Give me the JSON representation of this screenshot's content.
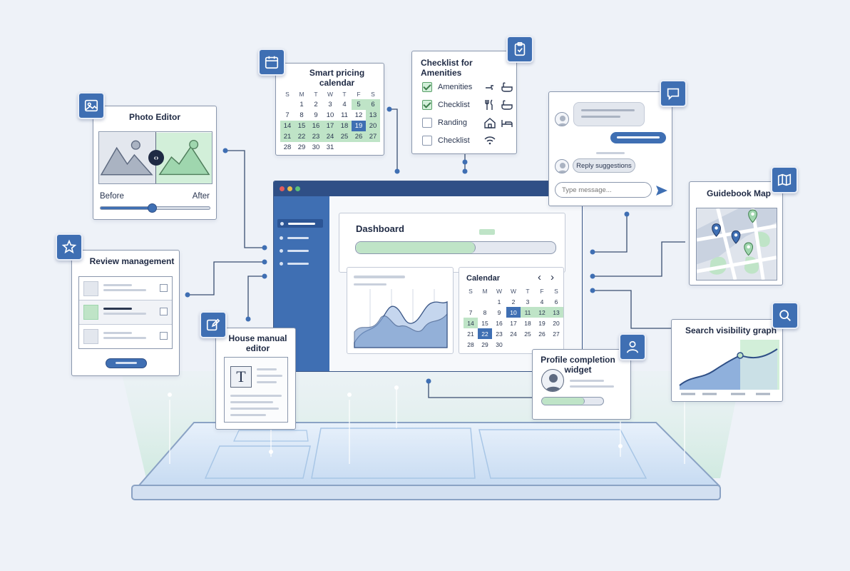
{
  "colors": {
    "accent": "#3f6fb3",
    "accent_dark": "#2f4f86",
    "green": "#bfe4c7",
    "green_dark": "#5aa06a",
    "border": "#8a97ad",
    "background": "#eef2f8"
  },
  "photo_editor": {
    "title": "Photo Editor",
    "before_label": "Before",
    "after_label": "After",
    "slider_value": 0.47,
    "icon": "image-icon"
  },
  "pricing_calendar": {
    "title": "Smart pricing calendar",
    "icon": "calendar-icon",
    "weekdays": [
      "S",
      "M",
      "T",
      "W",
      "T",
      "F",
      "S"
    ],
    "weeks": [
      [
        "",
        "",
        "1",
        "2",
        "3",
        "4",
        "5",
        "6"
      ],
      [
        "",
        "7",
        "8",
        "9",
        "10",
        "11",
        "12",
        "13"
      ],
      [
        "",
        "14",
        "15",
        "16",
        "17",
        "18",
        "19",
        "20"
      ],
      [
        "",
        "21",
        "22",
        "23",
        "24",
        "25",
        "26",
        "27"
      ],
      [
        "",
        "28",
        "29",
        "30",
        "31",
        "",
        "",
        ""
      ]
    ]
  },
  "checklist": {
    "title": "Checklist for Amenities",
    "icon": "clipboard-check-icon",
    "items": [
      {
        "label": "Amenities",
        "checked": true,
        "icons": [
          "faucet-icon",
          "bathtub-icon"
        ]
      },
      {
        "label": "Checklist",
        "checked": true,
        "icons": [
          "utensils-icon",
          "bathtub-icon"
        ]
      },
      {
        "label": "Randing",
        "checked": false,
        "icons": [
          "house-icon",
          "bed-icon"
        ]
      },
      {
        "label": "Checklist",
        "checked": false,
        "icons": [
          "wifi-icon"
        ]
      }
    ]
  },
  "messaging": {
    "icon": "chat-icon",
    "reply_suggestions": "Reply suggestions",
    "input_placeholder": "Type message..."
  },
  "guidebook_map": {
    "title": "Guidebook Map",
    "icon": "map-icon"
  },
  "review_management": {
    "title": "Review management",
    "icon": "star-icon"
  },
  "house_manual": {
    "title_line1": "House manual",
    "title_line2": "editor",
    "icon": "edit-icon",
    "text_glyph": "T"
  },
  "dashboard": {
    "title": "Dashboard",
    "progress": 0.6,
    "calendar_title": "Calendar",
    "prev_symbol": "‹",
    "next_symbol": "›",
    "weekdays": [
      "S",
      "M",
      "W",
      "W",
      "T",
      "F",
      "S"
    ],
    "weeks": [
      [
        "",
        "",
        "",
        "1",
        "2",
        "3",
        "4",
        "6"
      ],
      [
        "",
        "7",
        "8",
        "9",
        "10",
        "11",
        "12",
        "13"
      ],
      [
        "",
        "14",
        "15",
        "16",
        "17",
        "18",
        "19",
        "20"
      ],
      [
        "",
        "21",
        "22",
        "23",
        "24",
        "25",
        "26",
        "27"
      ],
      [
        "",
        "28",
        "29",
        "30",
        "",
        "",
        "",
        ""
      ]
    ]
  },
  "search_visibility": {
    "title": "Search visibility graph",
    "icon": "search-icon"
  },
  "profile_widget": {
    "title_line1": "Profile completion",
    "title_line2": "widget",
    "icon": "user-icon",
    "progress": 0.7
  }
}
